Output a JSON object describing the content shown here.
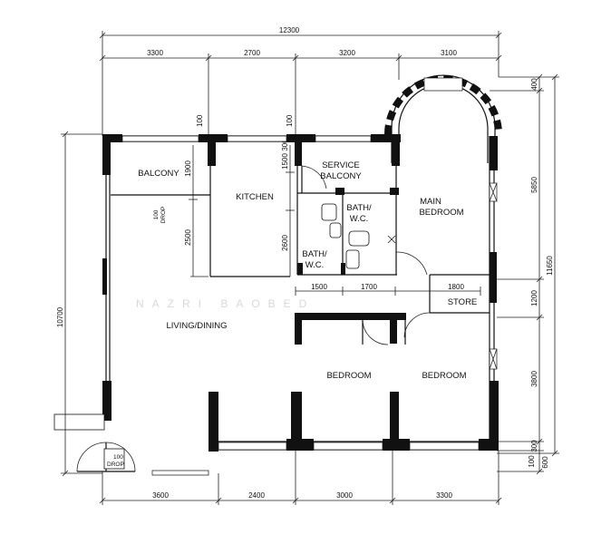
{
  "dims_top": {
    "overall": "12300",
    "seg1": "3300",
    "seg2": "2700",
    "seg3": "3200",
    "seg4": "3100",
    "wall_a": "100",
    "wall_b": "100"
  },
  "dims_bottom": {
    "seg1": "3600",
    "seg2": "2400",
    "seg3": "3000",
    "seg4": "3300"
  },
  "dims_left": {
    "overall": "10700"
  },
  "dims_right": {
    "overall": "11650",
    "top": "400",
    "upper": "5850",
    "mid": "1200",
    "lower": "3800",
    "bottom_a": "300",
    "bottom_b": "100",
    "bottom_c": "600"
  },
  "dims_inner": {
    "balcony_depth": "1900",
    "living_upper": "2500",
    "kitchen_upper": "1500",
    "kitchen_wall": "300",
    "kitchen_lower": "2600",
    "bath_w1": "1500",
    "bath_w2": "1700",
    "store_w": "1800"
  },
  "rooms": {
    "balcony": "BALCONY",
    "kitchen": "KITCHEN",
    "service_balcony_1": "SERVICE",
    "service_balcony_2": "BALCONY",
    "bath1_1": "BATH/",
    "bath1_2": "W.C.",
    "bath2_1": "BATH/",
    "bath2_2": "W.C.",
    "main_bedroom_1": "MAIN",
    "main_bedroom_2": "BEDROOM",
    "store": "STORE",
    "living_dining": "LIVING/DINING",
    "bedroom_1": "BEDROOM",
    "bedroom_2": "BEDROOM"
  },
  "notes": {
    "drop1_a": "100",
    "drop1_b": "DROP",
    "drop2_a": "100",
    "drop2_b": "DROP"
  },
  "watermark": "NAZRI BAOBED"
}
